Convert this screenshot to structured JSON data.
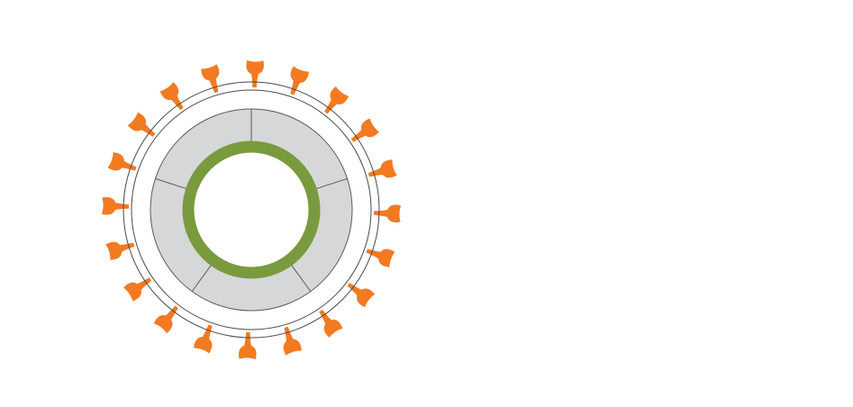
{
  "diagram": {
    "kind": "virus-particle-cross-section",
    "spike_count": 20,
    "capsid_segment_count": 5,
    "colors": {
      "background": "#ffffff",
      "spike": "#f37a21",
      "envelope_stroke": "#4a4a4a",
      "capsid_fill": "#d6d7d9",
      "capsid_stroke": "#5a5a5a",
      "genome_ring": "#7a9a3e",
      "core": "#ffffff"
    },
    "icons": [
      "spike-protein-icon"
    ]
  }
}
